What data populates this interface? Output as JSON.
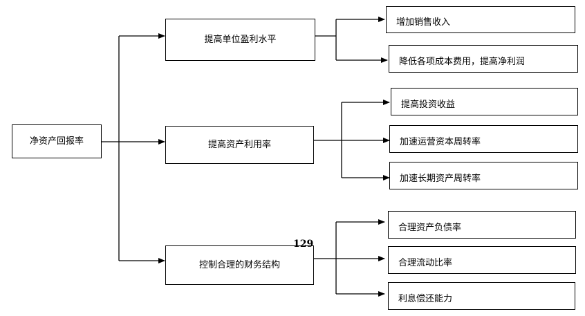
{
  "root": {
    "label": "净资产回报率"
  },
  "branches": [
    {
      "label": "提高单位盈利水平",
      "leaves": [
        "增加销售收入",
        "降低各项成本费用，提高净利润"
      ]
    },
    {
      "label": "提高资产利用率",
      "leaves": [
        "提高投资收益",
        "加速运营资本周转率",
        "加速长期资产周转率"
      ]
    },
    {
      "label": "控制合理的财务结构",
      "leaves": [
        "合理资产负债率",
        "合理流动比率",
        "利息偿还能力"
      ]
    }
  ],
  "page_number": "129"
}
